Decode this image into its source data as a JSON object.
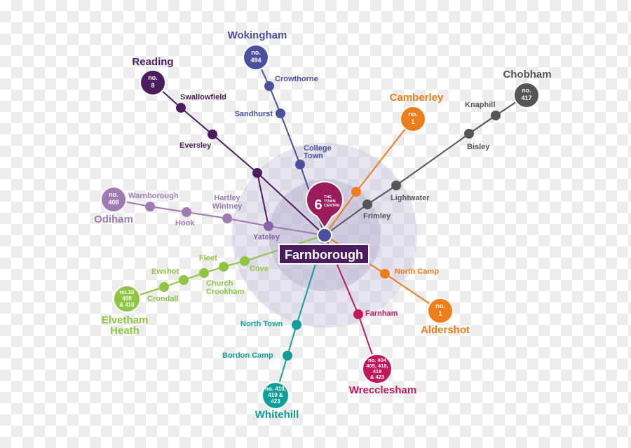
{
  "colors": {
    "wokingham": "#4a4f9e",
    "reading": "#4b1d5e",
    "odiham": "#a07bb3",
    "yateley": "#8a62a8",
    "elvetham": "#8dc63f",
    "whitehill": "#0f9e99",
    "wrecclesham": "#c2185b",
    "aldershot": "#ef7d1a",
    "camberley": "#ef7d1a",
    "chobham": "#555555",
    "badge": "#9c1b5a",
    "label_bg": "#4b1d5e"
  },
  "center_label": "Farnborough",
  "badge": {
    "number": "6",
    "text_lines": [
      "THE",
      "TOWN",
      "CENTRE"
    ]
  },
  "routes": [
    {
      "key": "wokingham",
      "destination": "Wokingham",
      "route_lines": [
        "no.",
        "494"
      ],
      "stops": [
        "Crowthorne",
        "Sandhurst",
        "College Town"
      ]
    },
    {
      "key": "reading",
      "destination": "Reading",
      "route_lines": [
        "no.",
        "8"
      ],
      "stops": [
        "Swallowfield",
        "Eversley"
      ]
    },
    {
      "key": "odiham",
      "destination": "Odiham",
      "route_lines": [
        "no.",
        "408"
      ],
      "stops": [
        "Warnborough",
        "Hook",
        "Hartley Wintney",
        "Yateley"
      ]
    },
    {
      "key": "elvetham",
      "destination": "Elvetham Heath",
      "route_lines": [
        "no.10",
        "409",
        "& 410"
      ],
      "stops": [
        "Crondall",
        "Ewshot",
        "Church Crookham",
        "Fleet",
        "Cove"
      ]
    },
    {
      "key": "whitehill",
      "destination": "Whitehill",
      "route_lines": [
        "no. 418,",
        "419 &",
        "423"
      ],
      "stops": [
        "North Town",
        "Bordon Camp"
      ]
    },
    {
      "key": "wrecclesham",
      "destination": "Wrecclesham",
      "route_lines": [
        "no. 404",
        "405, 418,",
        "419",
        "& 423"
      ],
      "stops": [
        "Farnham"
      ]
    },
    {
      "key": "aldershot",
      "destination": "Aldershot",
      "route_lines": [
        "no.",
        "1"
      ],
      "stops": [
        "North Camp"
      ]
    },
    {
      "key": "camberley",
      "destination": "Camberley",
      "route_lines": [
        "no.",
        "1"
      ],
      "stops": []
    },
    {
      "key": "chobham",
      "destination": "Chobham",
      "route_lines": [
        "no.",
        "417"
      ],
      "stops": [
        "Knaphill",
        "Bisley",
        "Lightwater",
        "Frimley"
      ]
    }
  ]
}
